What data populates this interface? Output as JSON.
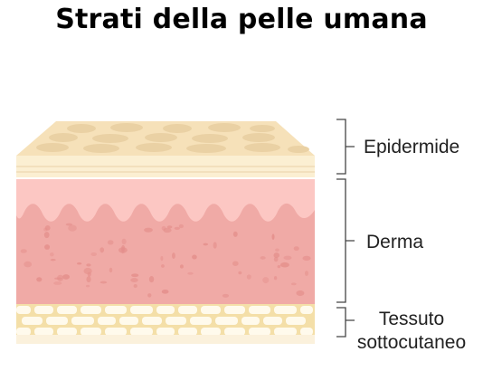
{
  "title": "Strati della pelle umana",
  "layers": {
    "epidermis": {
      "label": "Epidermide",
      "color": "#f6e1b9"
    },
    "dermis": {
      "label": "Derma",
      "color": "#f0aaa6"
    },
    "hypodermis": {
      "label_line1": "Tessuto",
      "label_line2": "sottocutaneo",
      "color": "#f4dfa8"
    }
  },
  "colors": {
    "dermis_top": "#fcc7c3",
    "dermis_spots": "#e48f8b",
    "epidermis_cells": "#ead1a4",
    "fat_cells": "#fffaec",
    "bracket": "#444444"
  }
}
